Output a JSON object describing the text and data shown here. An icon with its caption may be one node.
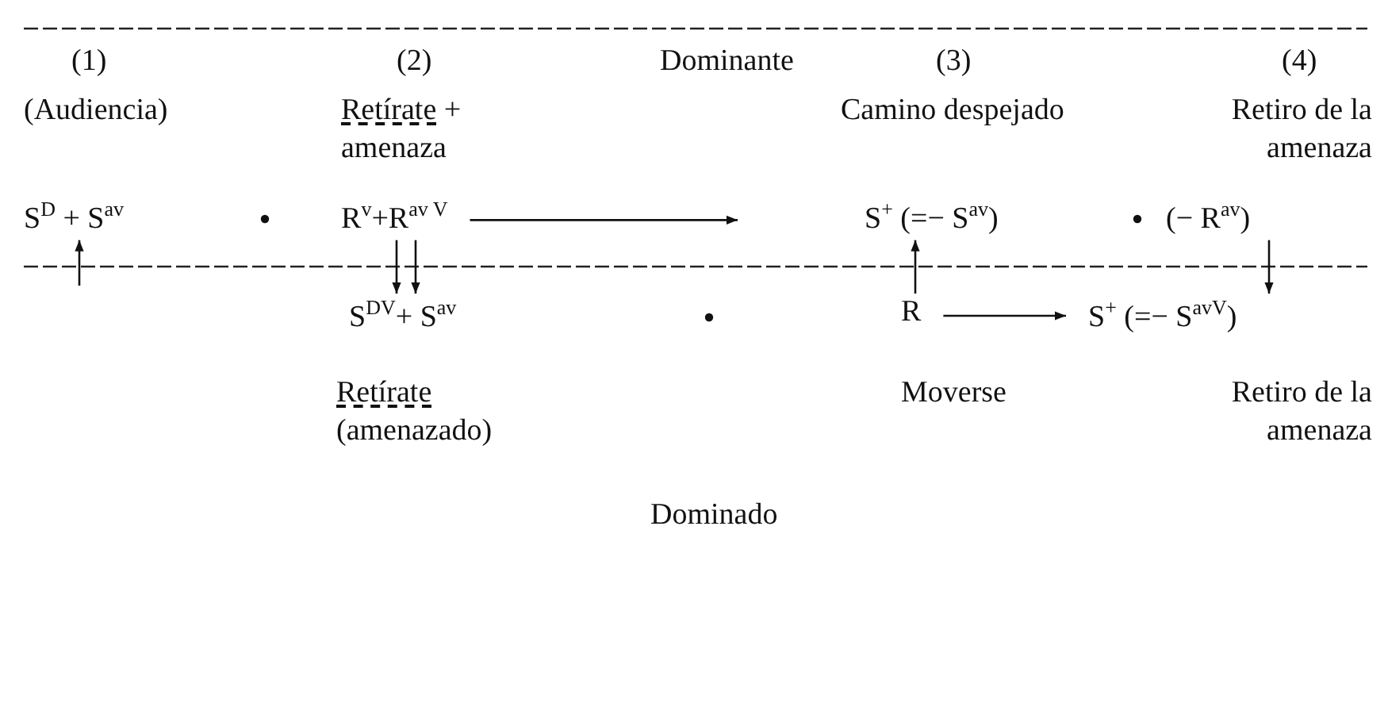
{
  "diagram": {
    "nodes": [
      {
        "text": [
          "S$^{D}$ + S$^{av}$"
        ],
        "beside": [
          "(Audiencia)"
        ]
      },
      {
        "text": [
          "R$^{v}$+R$^{av V}$"
        ],
        "beside": [
          "Retírate + amenaza"
        ]
      },
      {
        "text": [
          "S$^{+}$ (=− S$^{av}$)"
        ],
        "beside": [
          "Camino despejado"
        ]
      },
      {
        "text": [
          "(− R$^{av}$)"
        ],
        "beside": [
          "Retiro de la amenaza"
        ]
      },
      {
        "text": [
          "S$^{DV}$+ S$^{av}$"
        ],
        "beside": [
          "Retírate (amenazado)"
        ]
      },
      {
        "text": [
          "R"
        ],
        "beside": [
          "Moverse"
        ]
      },
      {
        "text": [
          "S$^{+}$ (=− S$^{avV}$)"
        ],
        "beside": [
          "Retiro de la amenaza"
        ]
      }
    ],
    "edges": [
      {
        "from": 1,
        "to": 2,
        "arrow": "to"
      },
      {
        "from": null,
        "to": 0,
        "arrow": "to"
      },
      {
        "from": 1,
        "to": 4,
        "arrow": "to"
      },
      {
        "from": 1,
        "to": 4,
        "arrow": "to"
      },
      {
        "from": 5,
        "to": 2,
        "arrow": "to"
      },
      {
        "from": 3,
        "to": 6,
        "arrow": "to"
      },
      {
        "from": 5,
        "to": 6,
        "arrow": "to"
      }
    ],
    "labels": [
      "(1)",
      "(2)",
      "Dominante",
      "(3)",
      "(4)",
      "Dominado"
    ]
  }
}
